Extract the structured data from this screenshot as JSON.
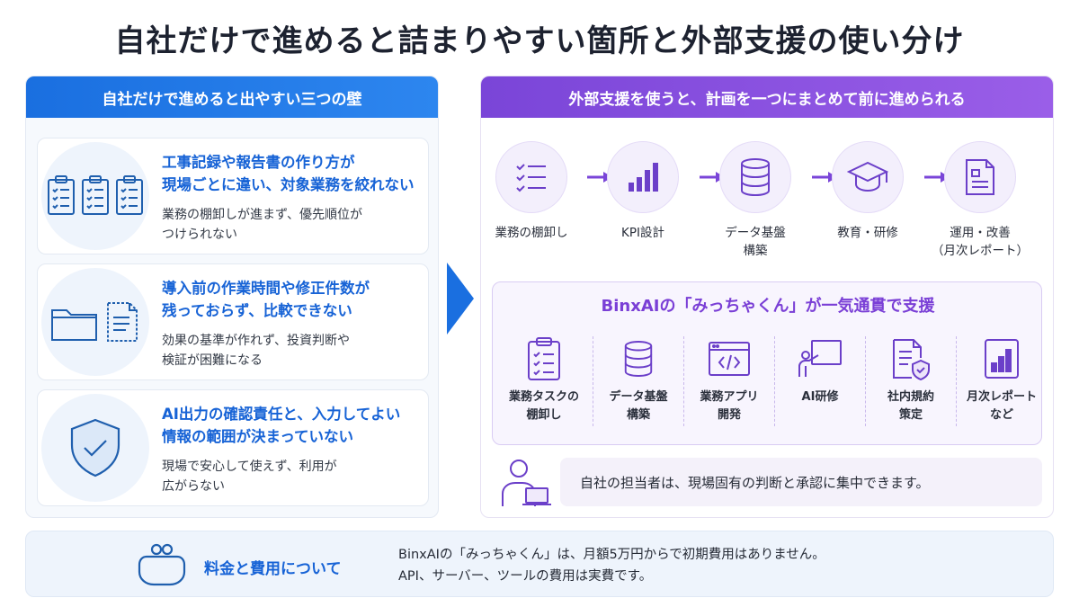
{
  "title": "自社だけで進めると詰まりやすい箇所と外部支援の使い分け",
  "left": {
    "header": "自社だけで進めると出やすい三つの壁",
    "issues": [
      {
        "icon": "clipboard-checklist-icon",
        "title": "工事記録や報告書の作り方が\n現場ごとに違い、対象業務を絞れない",
        "desc": "業務の棚卸しが進まず、優先順位が\nつけられない"
      },
      {
        "icon": "folder-document-icon",
        "title": "導入前の作業時間や修正件数が\n残っておらず、比較できない",
        "desc": "効果の基準が作れず、投資判断や\n検証が困難になる"
      },
      {
        "icon": "shield-check-icon",
        "title": "AI出力の確認責任と、入力してよい\n情報の範囲が決まっていない",
        "desc": "現場で安心して使えず、利用が\n広がらない"
      }
    ]
  },
  "right": {
    "header": "外部支援を使うと、計画を一つにまとめて前に進められる",
    "steps": [
      {
        "icon": "checklist-icon",
        "label": "業務の棚卸し"
      },
      {
        "icon": "bar-chart-icon",
        "label": "KPI設計"
      },
      {
        "icon": "database-icon",
        "label": "データ基盤\n構築"
      },
      {
        "icon": "graduation-cap-icon",
        "label": "教育・研修"
      },
      {
        "icon": "report-document-icon",
        "label": "運用・改善\n（月次レポート）"
      }
    ],
    "support": {
      "title": "BinxAIの「みっちゃくん」が一気通貫で支援",
      "services": [
        {
          "icon": "task-clipboard-icon",
          "label": "業務タスクの\n棚卸し"
        },
        {
          "icon": "database-icon",
          "label": "データ基盤\n構築"
        },
        {
          "icon": "code-window-icon",
          "label": "業務アプリ\n開発"
        },
        {
          "icon": "presenter-board-icon",
          "label": "AI研修"
        },
        {
          "icon": "policy-shield-icon",
          "label": "社内規約\n策定"
        },
        {
          "icon": "monthly-report-icon",
          "label": "月次レポート\nなど"
        }
      ]
    },
    "person_note": "自社の担当者は、現場固有の判断と承認に集中できます。"
  },
  "fees": {
    "label": "料金と費用について",
    "line1": "BinxAIの「みっちゃくん」は、月額5万円からで初期費用はありません。",
    "line2": "API、サーバー、ツールの費用は実費です。"
  },
  "colors": {
    "blue": "#1a6fe0",
    "purple": "#7a45d8",
    "icon_blue": "#1f5fae",
    "icon_purple": "#6b3fc9"
  }
}
